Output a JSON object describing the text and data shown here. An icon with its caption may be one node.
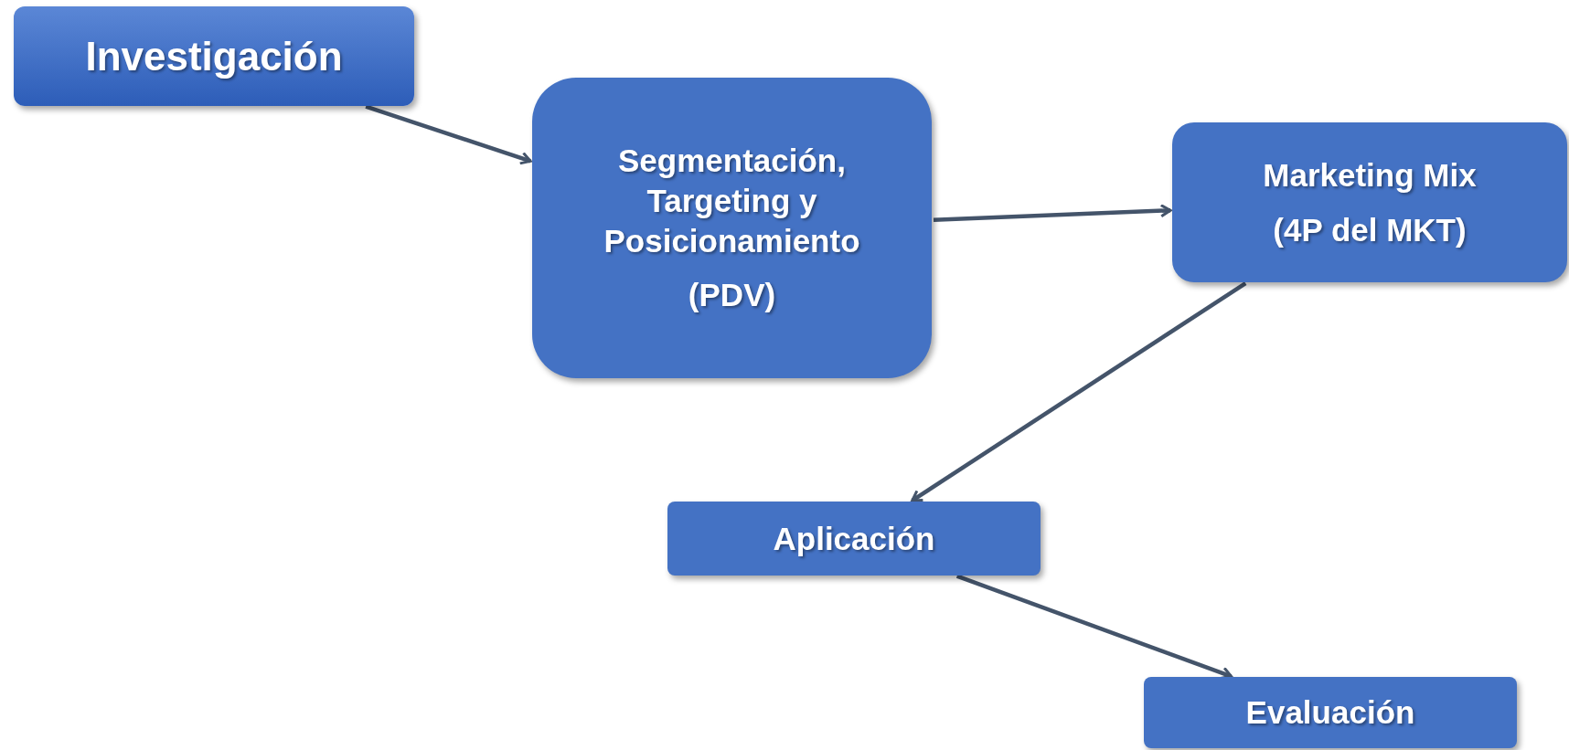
{
  "diagram": {
    "nodes": [
      {
        "text": [
          "Investigación"
        ]
      },
      {
        "text": [
          "Segmentación, Targeting y Posicionamiento",
          "(PDV)"
        ]
      },
      {
        "text": [
          "Marketing Mix",
          "(4P del MKT)"
        ]
      },
      {
        "text": [
          "Aplicación"
        ]
      },
      {
        "text": [
          "Evaluación"
        ]
      }
    ],
    "edges": [
      {
        "from": 0,
        "to": 1,
        "arrow": "to"
      },
      {
        "from": 1,
        "to": 2,
        "arrow": "to"
      },
      {
        "from": 2,
        "to": 3,
        "arrow": "to"
      },
      {
        "from": 3,
        "to": 4,
        "arrow": "to"
      }
    ]
  }
}
